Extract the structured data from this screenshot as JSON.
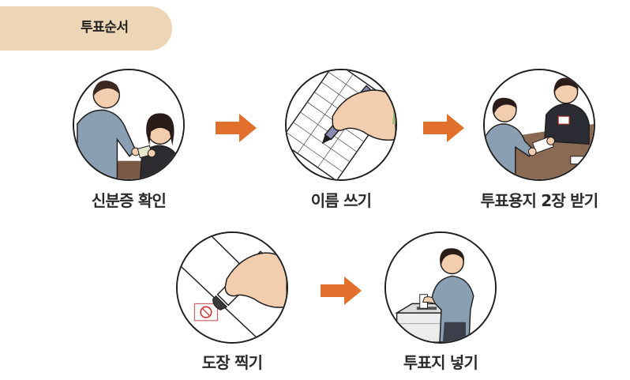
{
  "header": {
    "title": "투표순서"
  },
  "steps": [
    {
      "label": "신분증 확인"
    },
    {
      "label": "이름 쓰기"
    },
    {
      "label": "투표용지 2장 받기"
    },
    {
      "label": "도장 찍기"
    },
    {
      "label": "투표지 넣기"
    }
  ],
  "colors": {
    "header_bg": "#edd6b6",
    "arrow": "#e0702b",
    "outline": "#1e1e1e",
    "label": "#2a2a2a"
  },
  "icons": {
    "step1": "id-check-illustration",
    "step2": "write-name-illustration",
    "step3": "receive-ballot-illustration",
    "step4": "stamp-illustration",
    "step5": "ballot-box-illustration",
    "arrow": "arrow-right-icon"
  }
}
